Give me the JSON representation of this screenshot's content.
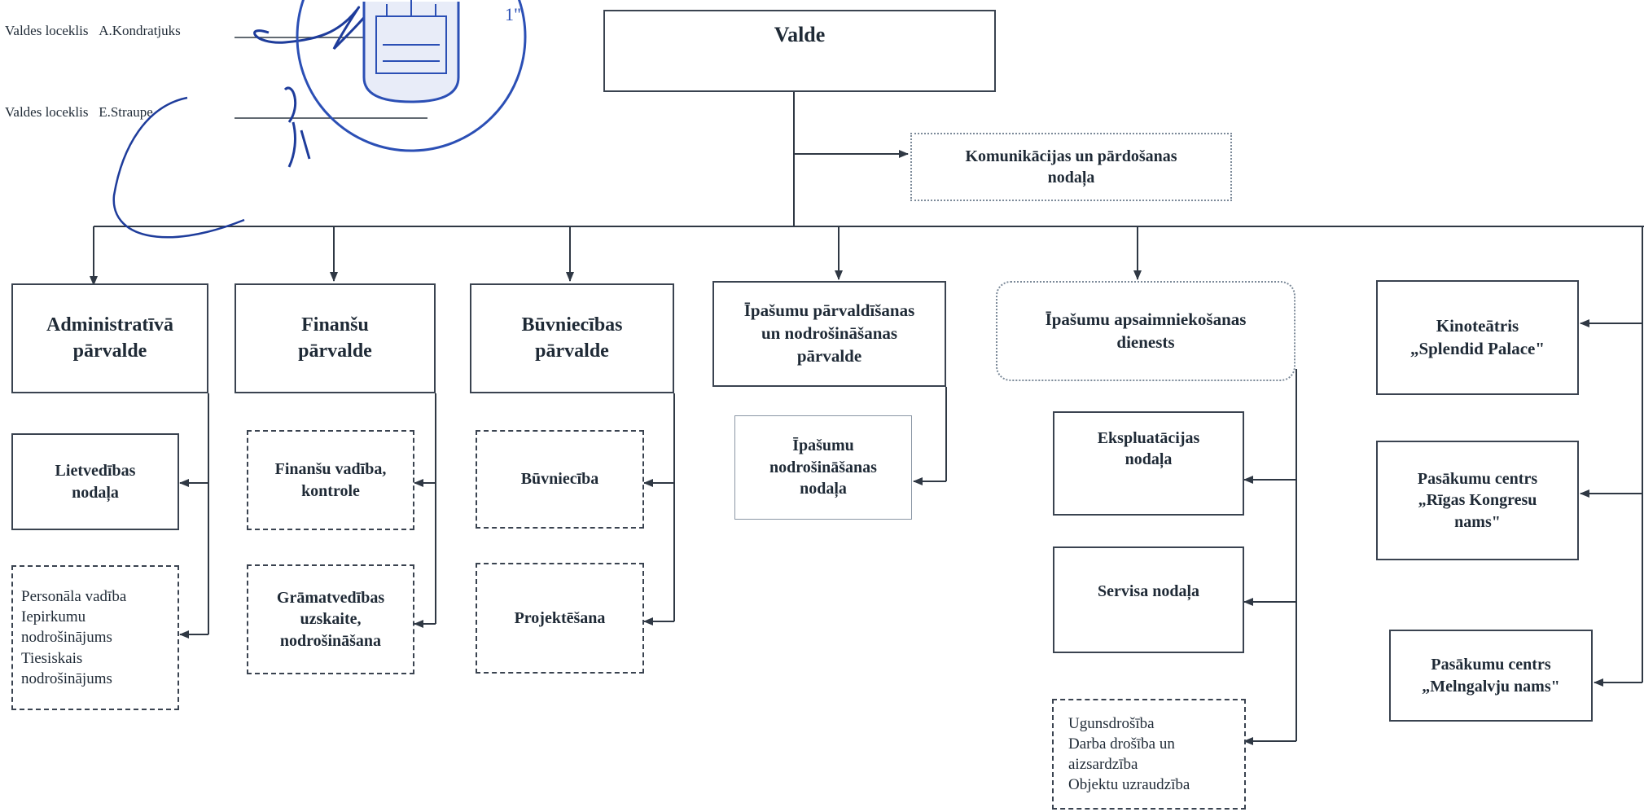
{
  "signatures": [
    {
      "role": "Valdes loceklis",
      "name": "A.Kondratjuks"
    },
    {
      "role": "Valdes loceklis",
      "name": "E.Straupe"
    }
  ],
  "stamp_text": "1\"",
  "board": "Valde",
  "communications": "Komunikācijas un pārdošanas\nnodaļa",
  "administrative": {
    "title": "Administratīvā\npārvalde",
    "children": [
      "Lietvedības\nnodaļa",
      "Personāla vadība\nIepirkumu\nnodrošinājums\nTiesiskais\nnodrošinājums"
    ]
  },
  "finance": {
    "title": "Finanšu\npārvalde",
    "children": [
      "Finanšu vadība,\nkontrole",
      "Grāmatvedības\nuzskaite,\nnodrošināšana"
    ]
  },
  "construction": {
    "title": "Būvniecības\npārvalde",
    "children": [
      "Būvniecība",
      "Projektēšana"
    ]
  },
  "property_mgmt": {
    "title": "Īpašumu pārvaldīšanas\nun nodrošināšanas\npārvalde",
    "children": [
      "Īpašumu\nnodrošināšanas\nnodaļa"
    ]
  },
  "property_service": {
    "title": "Īpašumu apsaimniekošanas\ndienests",
    "children": [
      "Ekspluatācijas\nnodaļa",
      "Servisa nodaļa",
      "Ugunsdrošība\nDarba drošība un\naizsardzība\nObjektu uzraudzība"
    ]
  },
  "venues": [
    "Kinoteātris\n„Splendid Palace\"",
    "Pasākumu centrs\n„Rīgas Kongresu\nnams\"",
    "Pasākumu centrs\n„Melngalvju nams\""
  ]
}
